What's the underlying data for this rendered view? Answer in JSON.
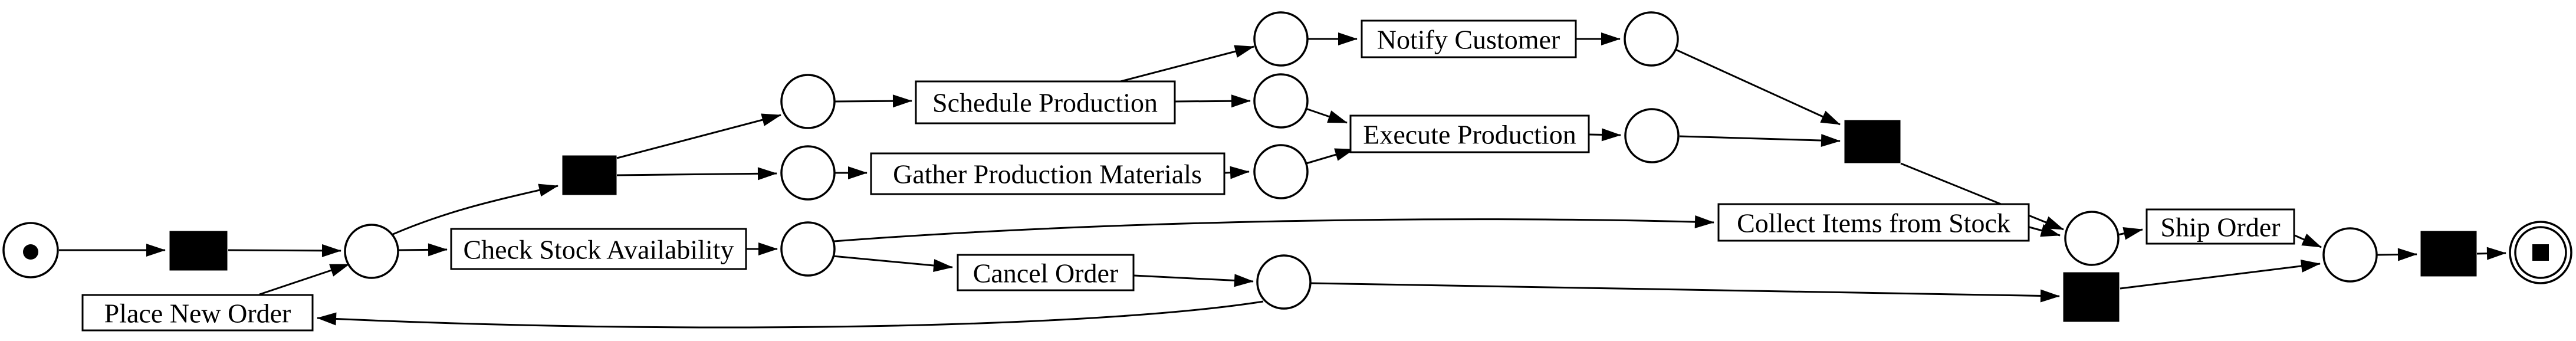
{
  "colors": {
    "background": "#ffffff",
    "stroke": "#000000",
    "silent_transition_fill": "#000000",
    "activity_fill": "#ffffff"
  },
  "petri_net": {
    "type": "workflow-net",
    "activities": {
      "place_new_order": "Place New Order",
      "check_stock_availability": "Check Stock Availability",
      "schedule_production": "Schedule Production",
      "gather_production_materials": "Gather Production Materials",
      "notify_customer": "Notify Customer",
      "execute_production": "Execute Production",
      "cancel_order": "Cancel Order",
      "collect_items_from_stock": "Collect Items from Stock",
      "ship_order": "Ship Order"
    },
    "places": [
      {
        "id": "source",
        "marking": "initial-token"
      },
      {
        "id": "p_order"
      },
      {
        "id": "p_stock"
      },
      {
        "id": "p_sched_in"
      },
      {
        "id": "p_gather_in"
      },
      {
        "id": "p_notify_in"
      },
      {
        "id": "p_exec_in_1"
      },
      {
        "id": "p_exec_in_2"
      },
      {
        "id": "p_notify_out"
      },
      {
        "id": "p_exec_out"
      },
      {
        "id": "p_cancelled"
      },
      {
        "id": "p_ready_to_ship"
      },
      {
        "id": "p_shipped"
      },
      {
        "id": "sink",
        "marking": "final-square"
      }
    ],
    "silent_transitions": [
      "tau_1",
      "tau_2",
      "tau_3",
      "tau_4",
      "tau_5"
    ],
    "arcs": [
      {
        "from": "source",
        "to": "tau_1"
      },
      {
        "from": "tau_1",
        "to": "p_order"
      },
      {
        "from": "Place New Order",
        "to": "p_order"
      },
      {
        "from": "p_order",
        "to": "Check Stock Availability"
      },
      {
        "from": "Check Stock Availability",
        "to": "p_stock"
      },
      {
        "from": "p_order",
        "to": "tau_2"
      },
      {
        "from": "tau_2",
        "to": "p_sched_in"
      },
      {
        "from": "tau_2",
        "to": "p_gather_in"
      },
      {
        "from": "p_sched_in",
        "to": "Schedule Production"
      },
      {
        "from": "Schedule Production",
        "to": "p_notify_in"
      },
      {
        "from": "Schedule Production",
        "to": "p_exec_in_1"
      },
      {
        "from": "p_gather_in",
        "to": "Gather Production Materials"
      },
      {
        "from": "Gather Production Materials",
        "to": "p_exec_in_2"
      },
      {
        "from": "p_notify_in",
        "to": "Notify Customer"
      },
      {
        "from": "Notify Customer",
        "to": "p_notify_out"
      },
      {
        "from": "p_exec_in_1",
        "to": "Execute Production"
      },
      {
        "from": "p_exec_in_2",
        "to": "Execute Production"
      },
      {
        "from": "Execute Production",
        "to": "p_exec_out"
      },
      {
        "from": "p_notify_out",
        "to": "tau_3"
      },
      {
        "from": "p_exec_out",
        "to": "tau_3"
      },
      {
        "from": "tau_3",
        "to": "p_ready_to_ship"
      },
      {
        "from": "p_stock",
        "to": "Cancel Order"
      },
      {
        "from": "p_stock",
        "to": "Collect Items from Stock"
      },
      {
        "from": "Cancel Order",
        "to": "p_cancelled"
      },
      {
        "from": "Collect Items from Stock",
        "to": "p_ready_to_ship"
      },
      {
        "from": "p_cancelled",
        "to": "Place New Order"
      },
      {
        "from": "p_cancelled",
        "to": "tau_4"
      },
      {
        "from": "p_ready_to_ship",
        "to": "Ship Order"
      },
      {
        "from": "Ship Order",
        "to": "p_shipped"
      },
      {
        "from": "tau_4",
        "to": "p_shipped"
      },
      {
        "from": "p_shipped",
        "to": "tau_5"
      },
      {
        "from": "tau_5",
        "to": "sink"
      }
    ]
  }
}
